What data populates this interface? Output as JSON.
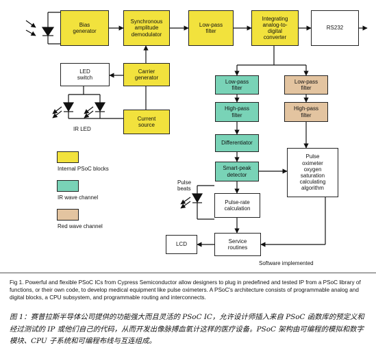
{
  "blocks": {
    "bias_generator": "Bias\ngenerator",
    "sync_demod": "Synchronous\namplitude\ndemodulator",
    "lowpass_top": "Low-pass\nfilter",
    "adc": "Integrating\nanalog-to-\ndigital\nconverter",
    "rs232": "RS232",
    "led_switch": "LED\nswitch",
    "carrier_generator": "Carrier\ngenerator",
    "current_source": "Current\nsource",
    "ir_lowpass": "Low-pass\nfilter",
    "ir_highpass": "High-pass\nfilter",
    "differentiator": "Differentiator",
    "smart_peak": "Smart-peak\ndetector",
    "red_lowpass": "Low-pass\nfilter",
    "red_highpass": "High-pass\nfilter",
    "oximeter_algo": "Pulse\noximeter\noxygen\nsaturation\ncalculating\nalgorithm",
    "pulse_rate": "Pulse-rate\ncalculation",
    "service_routines": "Service\nroutines",
    "lcd": "LCD"
  },
  "labels": {
    "ir_led": "IR LED",
    "pulse_beats": "Pulse\nbeats",
    "software_implemented": "Software implemented"
  },
  "legend": [
    {
      "label": "Internal PSoC blocks",
      "color": "#f2e23d"
    },
    {
      "label": "IR wave channel",
      "color": "#79d3b7"
    },
    {
      "label": "Red wave channel",
      "color": "#e3c4a0"
    }
  ],
  "caption": {
    "english": "Fig 1. Powerful and flexible PSoC ICs from Cypress Semiconductor allow designers to plug in predefined and tested IP from a PSoC library of functions, or their own code, to develop medical equipment like pulse oximeters. A PSoC's architecture consists of programmable analog and digital blocks, a CPU subsystem, and programmable routing and interconnects.",
    "chinese": "图 1：赛普拉斯半导体公司提供的功能强大而且灵活的 PSoC IC，允许设计师插入来自 PSoC 函数库的预定义和经过测试的 IP 或他们自己的代码，从而开发出像脉搏血氧计这样的医疗设备。PSoC 架构由可编程的模拟和数字模块、CPU 子系统和可编程布线与互连组成。"
  }
}
